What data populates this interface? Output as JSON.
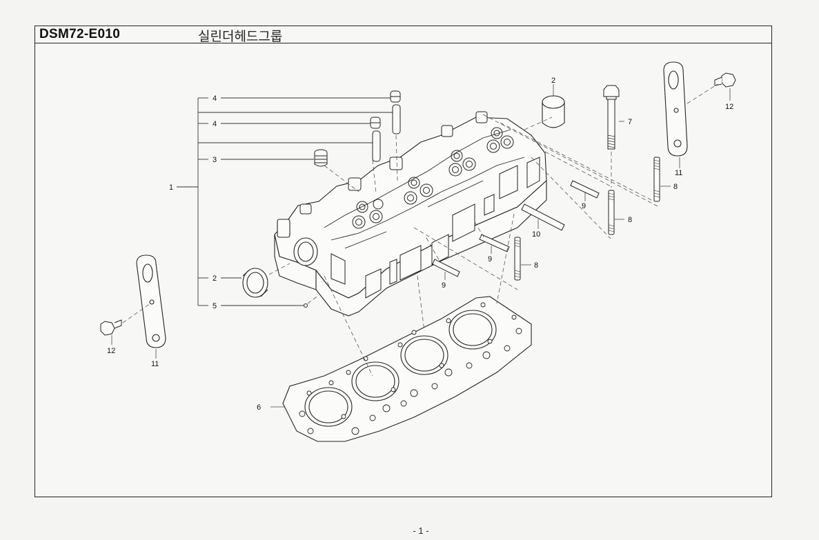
{
  "header": {
    "code": "DSM72-E010",
    "title": "실린더헤드그룹"
  },
  "footer": {
    "page_number": "- 1 -"
  },
  "callouts": {
    "c1": "1",
    "c2_top": "2",
    "c2_left": "2",
    "c3": "3",
    "c4_upper": "4",
    "c4_lower": "4",
    "c5": "5",
    "c6": "6",
    "c7": "7",
    "c8_a": "8",
    "c8_b": "8",
    "c8_c": "8",
    "c9_a": "9",
    "c9_b": "9",
    "c9_c": "9",
    "c10": "10",
    "c11_right": "11",
    "c11_left": "11",
    "c12_right": "12",
    "c12_left": "12"
  }
}
